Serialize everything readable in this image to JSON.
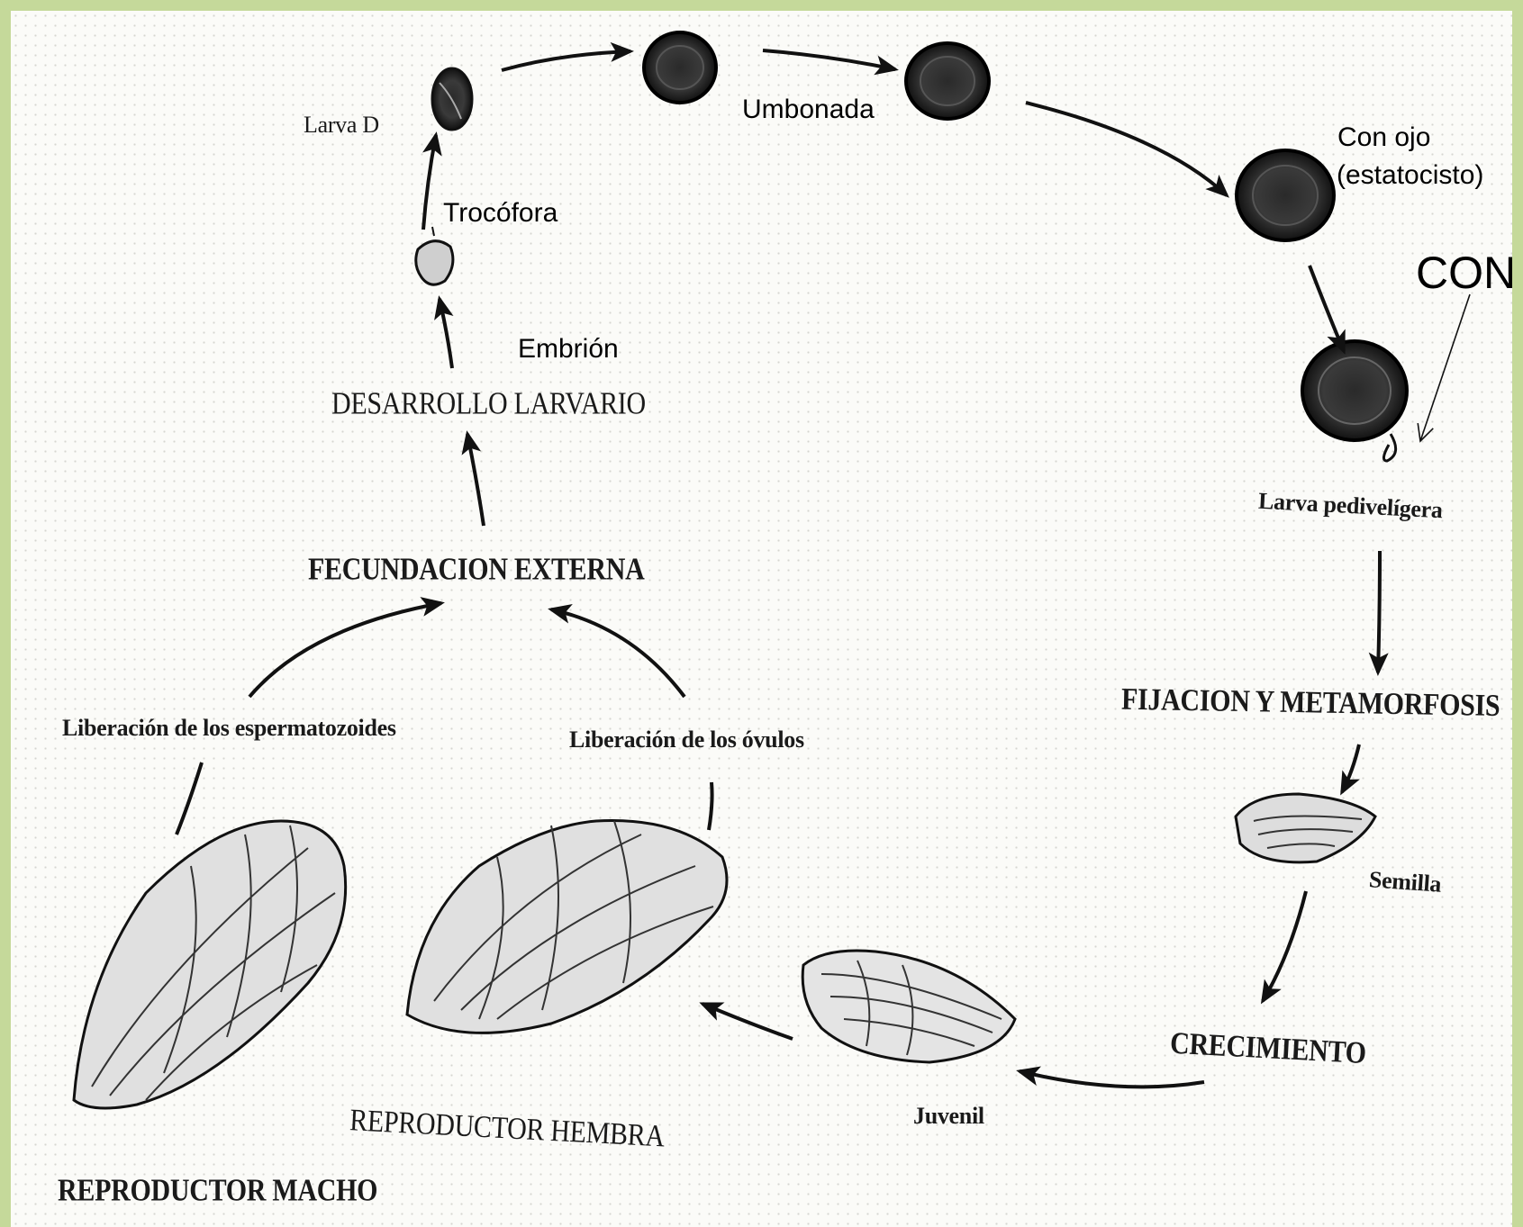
{
  "labels": {
    "larva_d": "Larva D",
    "umbonada": "Umbonada",
    "con_ojo": "Con ojo",
    "estatocisto": "(estatocisto)",
    "con": "CON",
    "trocofora": "Trocófora",
    "embrion": "Embrión",
    "desarrollo_larvario": "DESARROLLO LARVARIO",
    "larva_pedivel": "Larva pedivelígera",
    "fecundacion": "FECUNDACION EXTERNA",
    "fijacion": "FIJACION Y METAMORFOSIS",
    "lib_esperm": "Liberación de los espermatozoides",
    "lib_ovulos": "Liberación de los óvulos",
    "semilla": "Semilla",
    "crecimiento": "CRECIMIENTO",
    "juvenil": "Juvenil",
    "rep_hembra": "REPRODUCTOR HEMBRA",
    "rep_macho": "REPRODUCTOR MACHO"
  },
  "colors": {
    "border": "#c5d99a",
    "ink": "#1a1a1a"
  }
}
